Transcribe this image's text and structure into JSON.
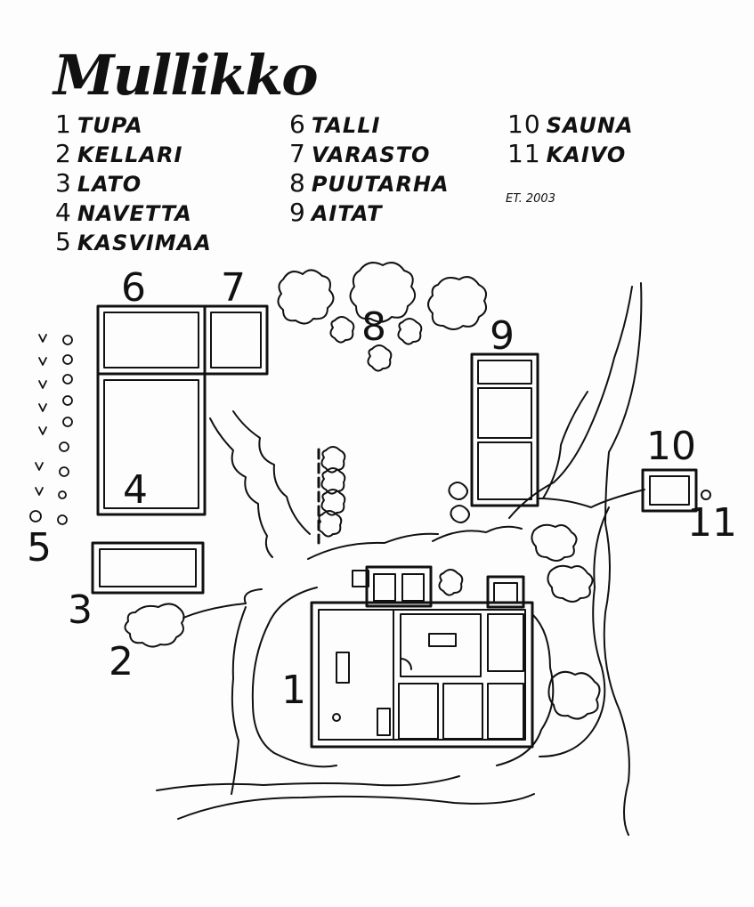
{
  "title": "Mullikko",
  "legend": [
    {
      "num": "1",
      "name": "TUPA"
    },
    {
      "num": "2",
      "name": "KELLARI"
    },
    {
      "num": "3",
      "name": "LATO"
    },
    {
      "num": "4",
      "name": "NAVETTA"
    },
    {
      "num": "5",
      "name": "KASVIMAA"
    },
    {
      "num": "6",
      "name": "TALLI"
    },
    {
      "num": "7",
      "name": "VARASTO"
    },
    {
      "num": "8",
      "name": "PUUTARHA"
    },
    {
      "num": "9",
      "name": "AITAT"
    },
    {
      "num": "10",
      "name": "SAUNA"
    },
    {
      "num": "11",
      "name": "KAIVO"
    }
  ],
  "signature": "ET. 2003",
  "map_labels": [
    "1",
    "2",
    "3",
    "4",
    "5",
    "6",
    "7",
    "8",
    "9",
    "10",
    "11"
  ]
}
